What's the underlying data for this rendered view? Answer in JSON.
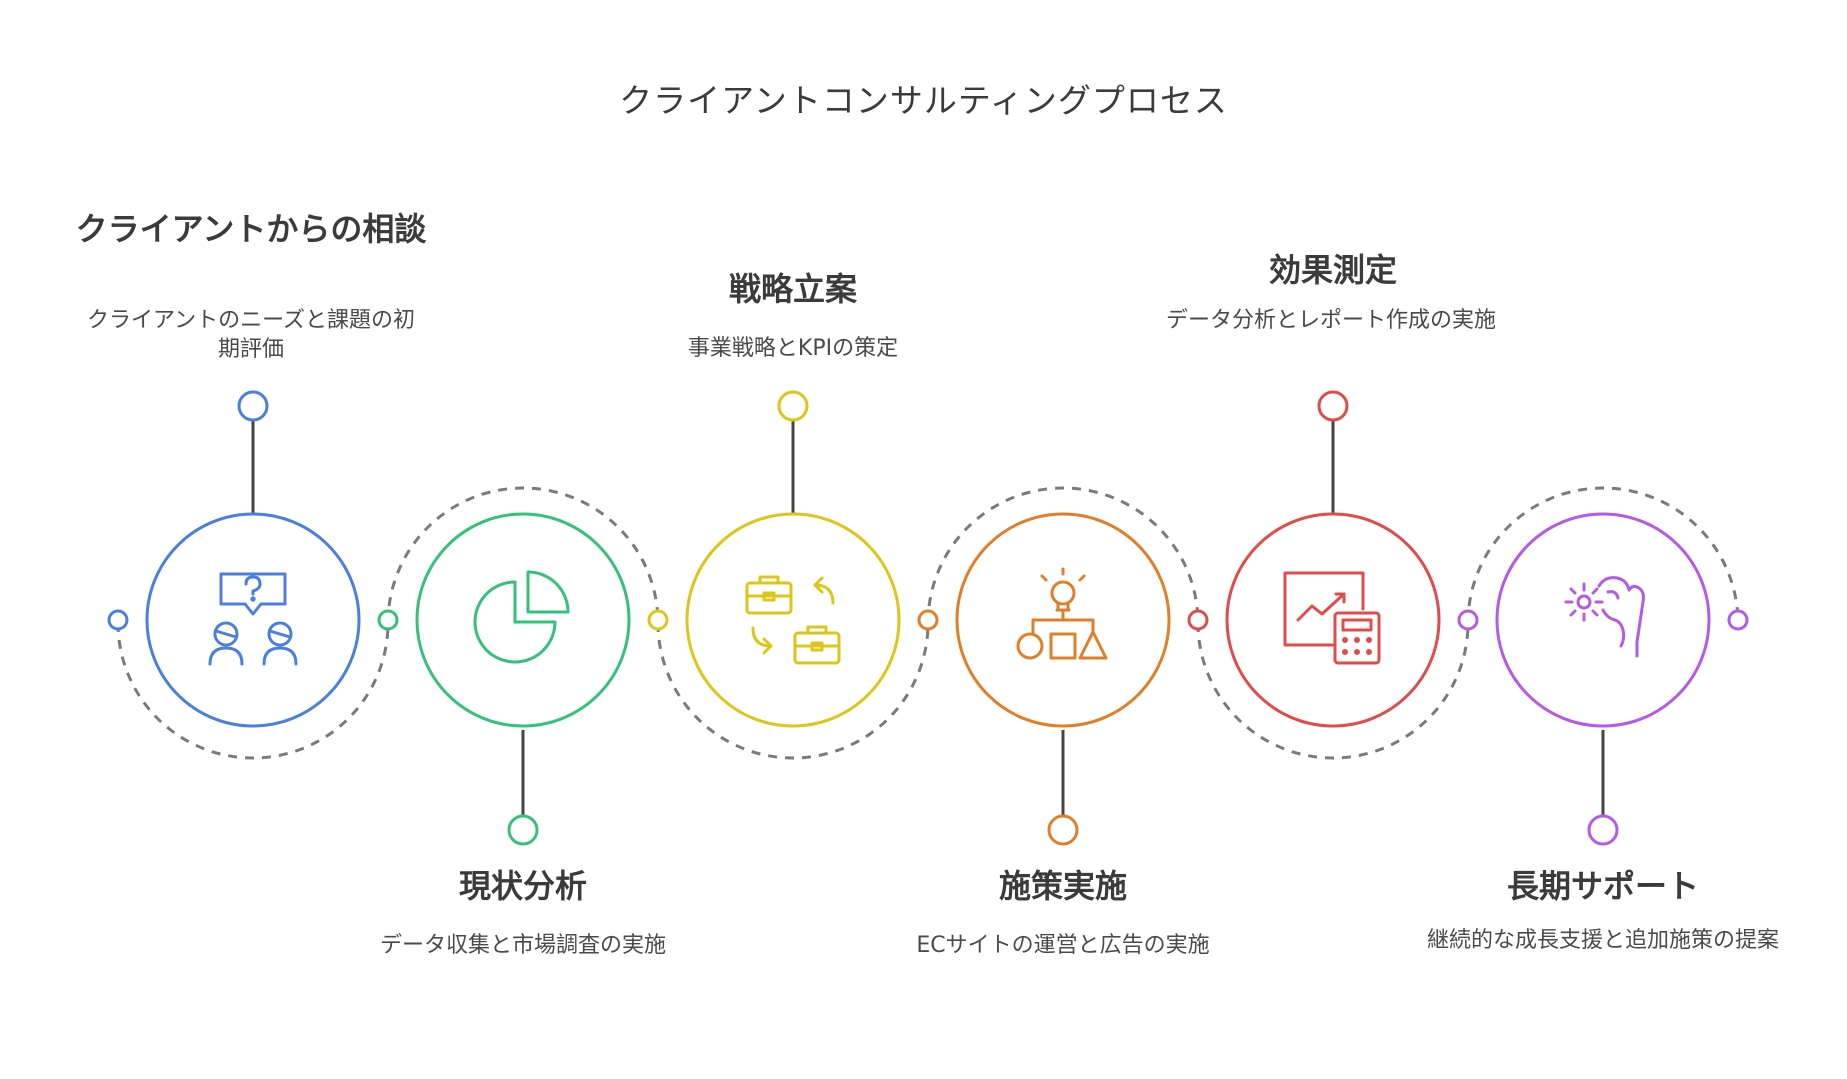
{
  "title": "クライアントコンサルティングプロセス",
  "steps": [
    {
      "title": "クライアントからの相談",
      "desc": "クライアントのニーズと課題の初期評価",
      "color": "#4a7fe0",
      "icon": "consultation-question-icon"
    },
    {
      "title": "現状分析",
      "desc": "データ収集と市場調査の実施",
      "color": "#35c17b",
      "icon": "pie-chart-icon"
    },
    {
      "title": "戦略立案",
      "desc": "事業戦略とKPIの策定",
      "color": "#dcc61a",
      "icon": "strategy-briefcase-icon"
    },
    {
      "title": "施策実施",
      "desc": "ECサイトの運営と広告の実施",
      "color": "#e07f28",
      "icon": "idea-flow-icon"
    },
    {
      "title": "効果測定",
      "desc": "データ分析とレポート作成の実施",
      "color": "#e24b4b",
      "icon": "chart-calculator-icon"
    },
    {
      "title": "長期サポート",
      "desc": "継続的な成長支援と追加施策の提案",
      "color": "#b45ae6",
      "icon": "gear-hand-icon"
    }
  ]
}
